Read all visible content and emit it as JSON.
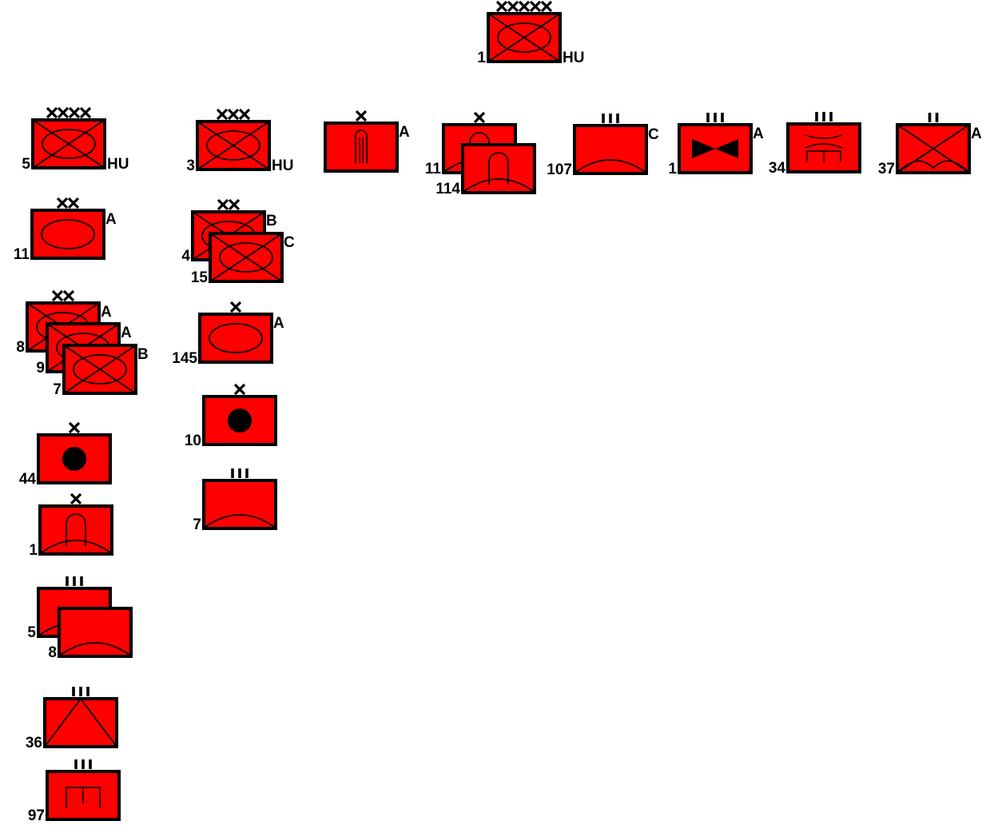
{
  "colors": {
    "unit_fill": "#ff0000",
    "frame": "#000000",
    "background": "#ffffff"
  },
  "units": [
    {
      "id": "army-1",
      "echelon": "XXXXX",
      "type": "armored-infantry",
      "number": "1",
      "suffix": "HU"
    },
    {
      "id": "corps-5",
      "echelon": "XXXX",
      "type": "armored-infantry",
      "number": "5",
      "suffix": "HU"
    },
    {
      "id": "div-11",
      "echelon": "XX",
      "type": "armored",
      "number": "11",
      "suffix": "A"
    },
    {
      "id": "div-8",
      "echelon": "XX",
      "type": "armored-infantry",
      "number": "8",
      "suffix": "A"
    },
    {
      "id": "div-9",
      "echelon": "",
      "type": "armored-infantry",
      "number": "9",
      "suffix": "A"
    },
    {
      "id": "div-7",
      "echelon": "",
      "type": "armored-infantry",
      "number": "7",
      "suffix": "B"
    },
    {
      "id": "bde-44",
      "echelon": "X",
      "type": "artillery",
      "number": "44",
      "suffix": ""
    },
    {
      "id": "bde-1-left",
      "echelon": "X",
      "type": "mountain-rocket",
      "number": "1",
      "suffix": ""
    },
    {
      "id": "rgt-5",
      "echelon": "III",
      "type": "mountain",
      "number": "5",
      "suffix": ""
    },
    {
      "id": "rgt-8",
      "echelon": "",
      "type": "mountain",
      "number": "8",
      "suffix": ""
    },
    {
      "id": "rgt-36",
      "echelon": "III",
      "type": "airborne",
      "number": "36",
      "suffix": ""
    },
    {
      "id": "rgt-97",
      "echelon": "III",
      "type": "engineer",
      "number": "97",
      "suffix": ""
    },
    {
      "id": "corps-3",
      "echelon": "XXX",
      "type": "armored-infantry",
      "number": "3",
      "suffix": "HU"
    },
    {
      "id": "div-4",
      "echelon": "XX",
      "type": "armored-infantry",
      "number": "4",
      "suffix": "B"
    },
    {
      "id": "div-15",
      "echelon": "",
      "type": "armored-infantry",
      "number": "15",
      "suffix": "C"
    },
    {
      "id": "bde-145",
      "echelon": "X",
      "type": "armored",
      "number": "145",
      "suffix": "A"
    },
    {
      "id": "bde-10",
      "echelon": "X",
      "type": "artillery",
      "number": "10",
      "suffix": ""
    },
    {
      "id": "rgt-7",
      "echelon": "III",
      "type": "mountain",
      "number": "7",
      "suffix": ""
    },
    {
      "id": "bde-a",
      "echelon": "X",
      "type": "rocket",
      "number": "",
      "suffix": "A"
    },
    {
      "id": "bde-11",
      "echelon": "X",
      "type": "mountain-rocket",
      "number": "11",
      "suffix": ""
    },
    {
      "id": "bde-114",
      "echelon": "",
      "type": "mountain-rocket",
      "number": "114",
      "suffix": ""
    },
    {
      "id": "rgt-107",
      "echelon": "III",
      "type": "mountain",
      "number": "107",
      "suffix": "C"
    },
    {
      "id": "rgt-1",
      "echelon": "III",
      "type": "antitank",
      "number": "1",
      "suffix": "A"
    },
    {
      "id": "rgt-34",
      "echelon": "III",
      "type": "bridging",
      "number": "34",
      "suffix": ""
    },
    {
      "id": "bn-37",
      "echelon": "II",
      "type": "mountain-infantry",
      "number": "37",
      "suffix": "A"
    }
  ]
}
